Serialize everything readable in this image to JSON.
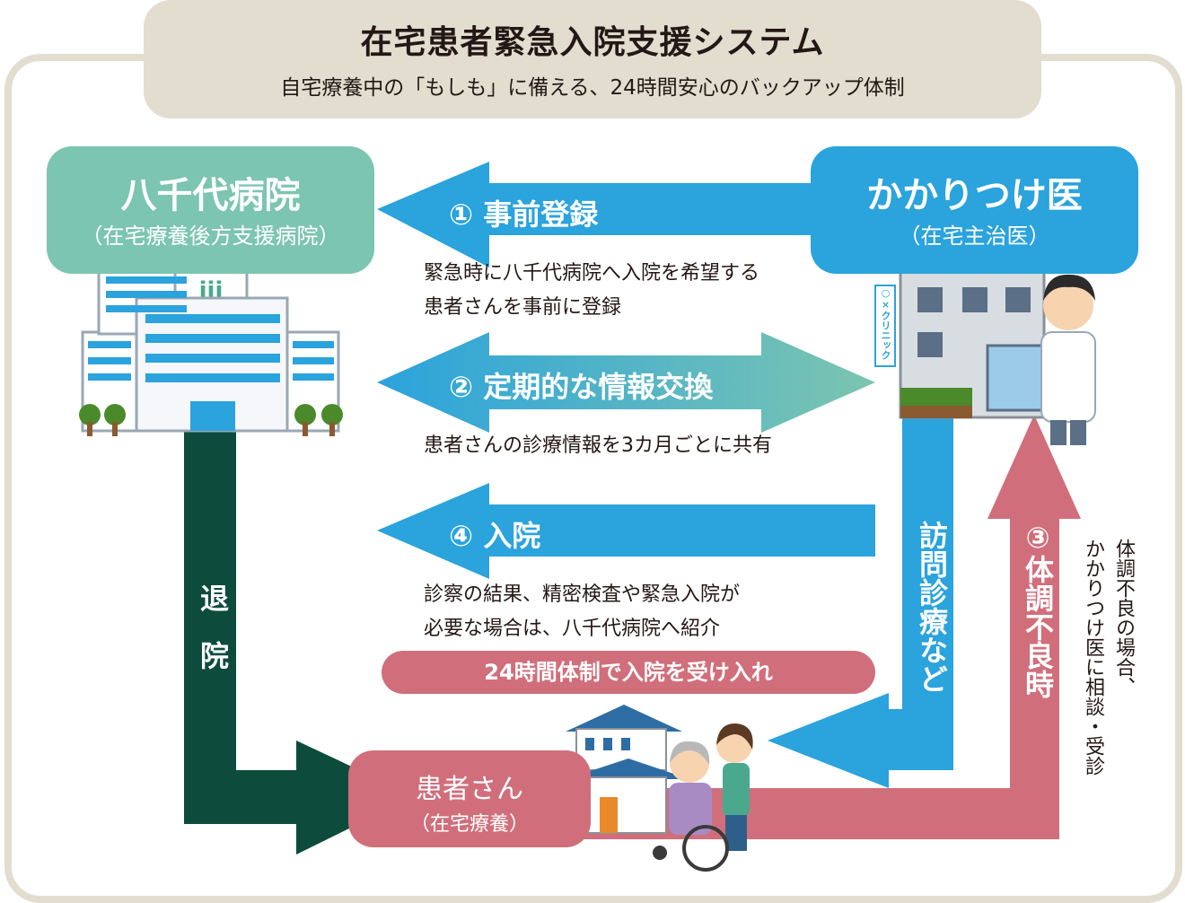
{
  "header": {
    "title": "在宅患者緊急入院支援システム",
    "subtitle": "自宅療養中の「もしも」に備える、24時間安心のバックアップ体制"
  },
  "nodes": {
    "hospital": {
      "name": "八千代病院",
      "sub": "（在宅療養後方支援病院）"
    },
    "doctor": {
      "name": "かかりつけ医",
      "sub": "（在宅主治医）",
      "clinic_sign": "○×クリニック"
    },
    "patient": {
      "name": "患者さん",
      "sub": "（在宅療養）"
    }
  },
  "flows": [
    {
      "label": "① 事前登録",
      "desc": "緊急時に八千代病院へ入院を希望する\n患者さんを事前に登録"
    },
    {
      "label": "② 定期的な情報交換",
      "desc": "患者さんの診療情報を3カ月ごとに共有"
    },
    {
      "label": "④ 入院",
      "desc": "診察の結果、精密検査や緊急入院が\n必要な場合は、八千代病院へ紹介"
    }
  ],
  "acceptance": "24時間体制で入院を受け入れ",
  "discharge": "退　院",
  "home_visit": "訪問診療など",
  "sick": {
    "label": "③体調不良時",
    "desc": "体調不良の場合、\nかかりつけ医に相談・受診"
  },
  "colors": {
    "blue": "#2ba3dc",
    "teal": "#7cc5b0",
    "dark_green": "#0d4c3d",
    "rose": "#d06f7b",
    "beige": "#e3ddd0"
  }
}
